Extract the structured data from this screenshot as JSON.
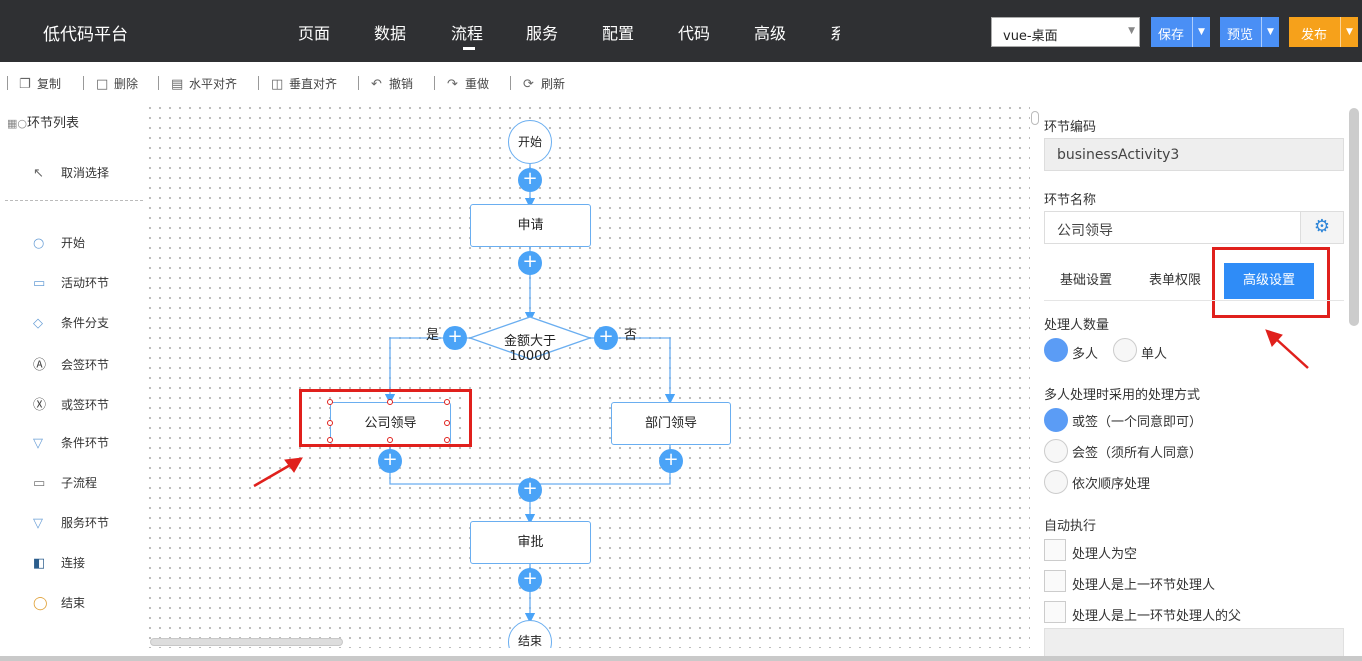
{
  "header": {
    "brand": "低代码平台",
    "nav": [
      "页面",
      "数据",
      "流程",
      "服务",
      "配置",
      "代码",
      "高级",
      "系"
    ],
    "active_nav": "流程",
    "platform_select": "vue-桌面",
    "save_label": "保存",
    "preview_label": "预览",
    "publish_label": "发布",
    "colors": {
      "bar": "#2f3033",
      "blue_button": "#4a8ff5",
      "publish_button": "#f6a11b"
    }
  },
  "toolbar": {
    "copy": "复制",
    "delete": "删除",
    "align_horizontal": "水平对齐",
    "align_vertical": "垂直对齐",
    "undo": "撤销",
    "redo": "重做",
    "refresh": "刷新"
  },
  "left_panel": {
    "title": "环节列表",
    "deselect": "取消选择",
    "items": [
      {
        "label": "开始",
        "icon": "circle-icon"
      },
      {
        "label": "活动环节",
        "icon": "rectangle-icon"
      },
      {
        "label": "条件分支",
        "icon": "diamond-icon"
      },
      {
        "label": "会签环节",
        "icon": "circle-a-icon"
      },
      {
        "label": "或签环节",
        "icon": "circle-x-icon"
      },
      {
        "label": "条件环节",
        "icon": "triangle-down-icon"
      },
      {
        "label": "子流程",
        "icon": "rounded-rect-icon"
      },
      {
        "label": "服务环节",
        "icon": "funnel-icon"
      },
      {
        "label": "连接",
        "icon": "connect-icon"
      },
      {
        "label": "结束",
        "icon": "end-circle-icon"
      }
    ]
  },
  "canvas": {
    "start": "开始",
    "apply": "申请",
    "condition": "金额大于10000",
    "yes": "是",
    "no": "否",
    "company_leader": "公司领导",
    "dept_leader": "部门领导",
    "approve": "审批",
    "end": "结束"
  },
  "right_panel": {
    "code_label": "环节编码",
    "code_value": "businessActivity3",
    "name_label": "环节名称",
    "name_value": "公司领导",
    "tabs": [
      "基础设置",
      "表单权限",
      "高级设置"
    ],
    "active_tab": "高级设置",
    "handler_count_label": "处理人数量",
    "handler_count_options": [
      "多人",
      "单人"
    ],
    "handler_count_selected": "多人",
    "multi_mode_label": "多人处理时采用的处理方式",
    "multi_mode_options": [
      "或签（一个同意即可）",
      "会签（须所有人同意）",
      "依次顺序处理"
    ],
    "multi_mode_selected": "或签（一个同意即可）",
    "auto_exec_label": "自动执行",
    "auto_exec_options": [
      "处理人为空",
      "处理人是上一环节处理人",
      "处理人是上一环节处理人的父"
    ],
    "accent": "#2f8cf7"
  },
  "annotation_color": "#e0201c"
}
